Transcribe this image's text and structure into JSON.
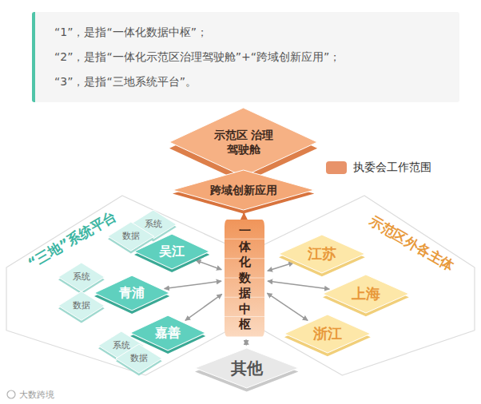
{
  "diagram": {
    "nodes": [
      {
        "text": [
          "“1”，是指“一体化数据中枢”；",
          "“2”，是指“一体化示范区治理驾驶舱”+“跨域创新应用”；",
          "“3”，是指“三地系统平台”。"
        ]
      },
      {
        "text": [
          "示范区 治理驾驶舱"
        ]
      },
      {
        "text": [
          "跨域创新应用"
        ]
      },
      {
        "text": [
          "一体化数据中枢"
        ]
      },
      {
        "text": [
          "“三地”系统平台"
        ]
      },
      {
        "text": [
          "吴江"
        ],
        "in": 4
      },
      {
        "text": [
          "系统"
        ],
        "in": 4
      },
      {
        "text": [
          "数据"
        ],
        "in": 4
      },
      {
        "text": [
          "青浦"
        ],
        "in": 4
      },
      {
        "text": [
          "系统"
        ],
        "in": 4
      },
      {
        "text": [
          "数据"
        ],
        "in": 4
      },
      {
        "text": [
          "嘉善"
        ],
        "in": 4
      },
      {
        "text": [
          "系统"
        ],
        "in": 4
      },
      {
        "text": [
          "数据"
        ],
        "in": 4
      },
      {
        "text": [
          "示范区外各主体"
        ]
      },
      {
        "text": [
          "江苏"
        ],
        "in": 14
      },
      {
        "text": [
          "上海"
        ],
        "in": 14
      },
      {
        "text": [
          "浙江"
        ],
        "in": 14
      },
      {
        "text": [
          "其他"
        ]
      }
    ],
    "edges": [
      {
        "from": 3,
        "to": 2,
        "arrow": "to"
      },
      {
        "from": 5,
        "to": 3,
        "arrow": "both"
      },
      {
        "from": 8,
        "to": 3,
        "arrow": "both"
      },
      {
        "from": 11,
        "to": 3,
        "arrow": "both"
      },
      {
        "from": 15,
        "to": 3,
        "arrow": "both"
      },
      {
        "from": 16,
        "to": 3,
        "arrow": "both"
      },
      {
        "from": 17,
        "to": 3,
        "arrow": "both"
      },
      {
        "from": 18,
        "to": 3,
        "arrow": "both"
      }
    ],
    "labels": [
      "大数跨境"
    ],
    "legend": [
      {
        "text": "执委会工作范围",
        "color": "#e8936a"
      }
    ]
  }
}
